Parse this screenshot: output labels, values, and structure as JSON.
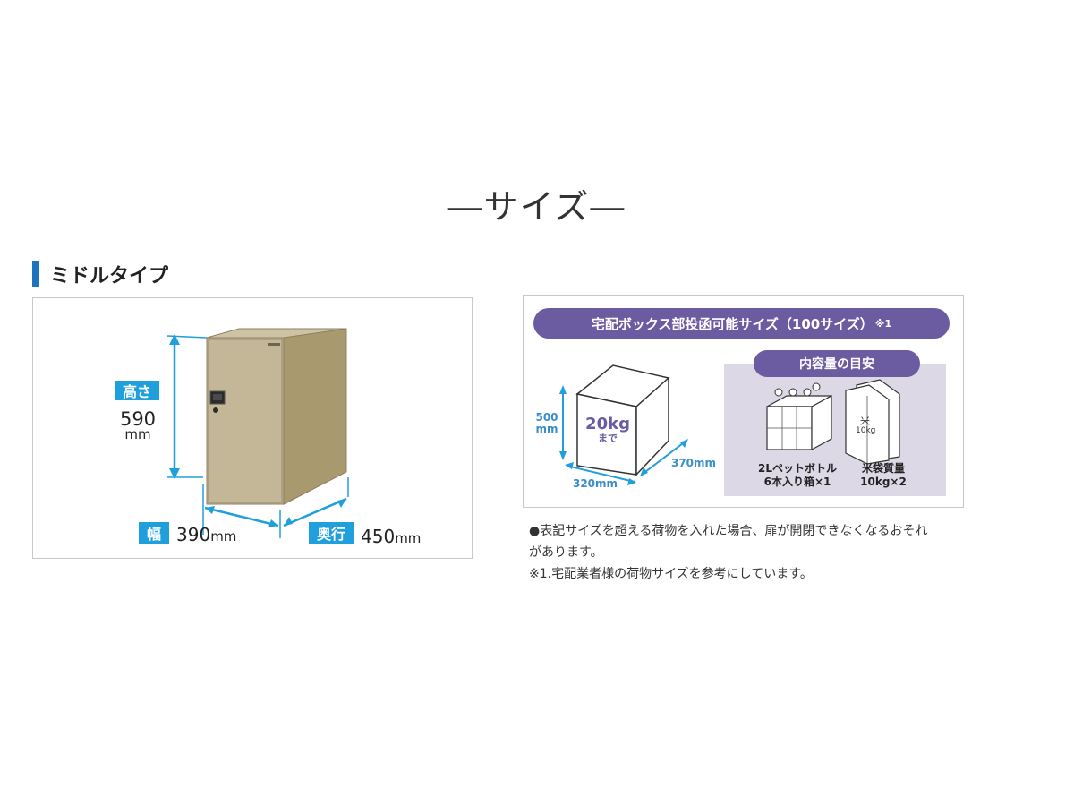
{
  "page": {
    "title": "―サイズ―"
  },
  "section": {
    "heading": "ミドルタイプ"
  },
  "product": {
    "height_label": "高さ",
    "height_value": "590",
    "height_unit": "mm",
    "width_label": "幅",
    "width_value": "390",
    "width_unit": "mm",
    "depth_label": "奥行",
    "depth_value": "450",
    "depth_unit": "mm",
    "body_color": "#b9ab8a"
  },
  "capacity": {
    "title": "宅配ボックス部投函可能サイズ（100サイズ）",
    "title_note": "※1",
    "box_height": "500",
    "box_height_unit": "mm",
    "box_width": "320mm",
    "box_depth": "370mm",
    "weight_value": "20kg",
    "weight_suffix": "まで",
    "guide_title": "内容量の目安",
    "bottles_line1": "2Lペットボトル",
    "bottles_line2": "6本入り箱×1",
    "rice_line1": "米袋質量",
    "rice_line2": "10kg×2",
    "rice_bag_mark": "米",
    "rice_bag_weight": "10kg",
    "accent_color": "#6b5ba0",
    "dimension_color": "#1fa0dc"
  },
  "notes": {
    "line1": "●表記サイズを超える荷物を入れた場合、扉が開閉できなくなるおそれ",
    "line2": "があります。",
    "line3": "※1.宅配業者様の荷物サイズを参考にしています。"
  }
}
